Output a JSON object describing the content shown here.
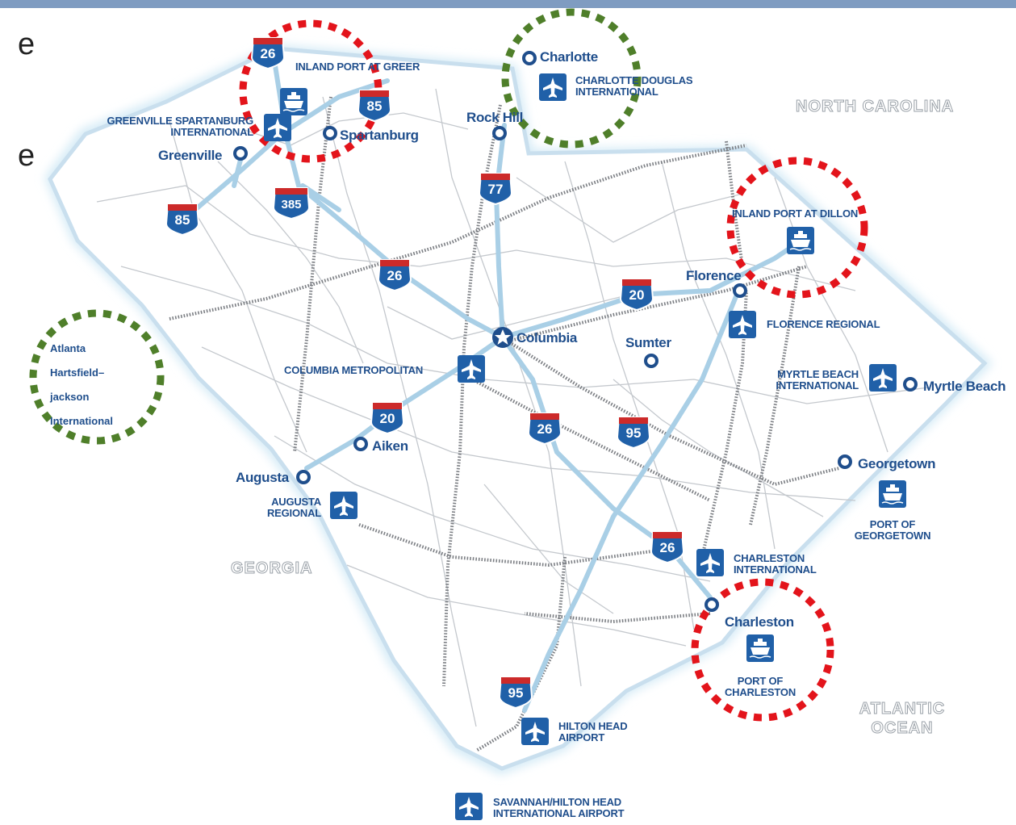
{
  "side_text": [
    "e",
    "e"
  ],
  "cities": {
    "charlotte": "Charlotte",
    "rock_hill": "Rock Hill",
    "spartanburg": "Spartanburg",
    "greenville": "Greenville",
    "columbia": "Columbia",
    "sumter": "Sumter",
    "florence": "Florence",
    "myrtle_beach": "Myrtle Beach",
    "georgetown": "Georgetown",
    "aiken": "Aiken",
    "augusta": "Augusta",
    "charleston": "Charleston"
  },
  "airports": {
    "charlotte_douglas": [
      "CHARLOTTE DOUGLAS",
      "INTERNATIONAL"
    ],
    "greenville_spartanburg": [
      "GREENVILLE SPARTANBURG",
      "INTERNATIONAL"
    ],
    "columbia_metropolitan": "COLUMBIA METROPOLITAN",
    "florence_regional": "FLORENCE REGIONAL",
    "myrtle_beach_intl": [
      "MYRTLE BEACH",
      "INTERNATIONAL"
    ],
    "augusta_regional": [
      "AUGUSTA",
      "REGIONAL"
    ],
    "charleston_intl": [
      "CHARLESTON",
      "INTERNATIONAL"
    ],
    "hilton_head": [
      "HILTON HEAD",
      "AIRPORT"
    ],
    "savannah_hilton_head": [
      "SAVANNAH/HILTON HEAD",
      "INTERNATIONAL AIRPORT"
    ]
  },
  "ports": {
    "inland_greer": "INLAND PORT AT GREER",
    "inland_dillon": "INLAND PORT AT DILLON",
    "georgetown": [
      "PORT OF",
      "GEORGETOWN"
    ],
    "charleston": [
      "PORT OF",
      "CHARLESTON"
    ]
  },
  "states": {
    "north_carolina": "NORTH CAROLINA",
    "georgia": "GEORGIA",
    "atlantic": [
      "ATLANTIC",
      "OCEAN"
    ]
  },
  "atlanta_note": {
    "line1": "Atlanta",
    "line2": "Hartsfield–",
    "line3": "jackson",
    "line4": "International"
  },
  "interstates": {
    "i26_top": "26",
    "i85_top": "85",
    "i77": "77",
    "i385": "385",
    "i85_left": "85",
    "i26_mid": "26",
    "i20_right": "20",
    "i20_left": "20",
    "i26_lower": "26",
    "i95_mid": "95",
    "i26_bottom": "26",
    "i95_bottom": "95"
  },
  "colors": {
    "highlight_red": "#e3141b",
    "highlight_green": "#4f7f2a",
    "label_blue": "#1f4e8c",
    "icon_blue": "#2060a8",
    "interstate_red": "#cc2a2a",
    "road_blue": "#a9cfe6"
  }
}
